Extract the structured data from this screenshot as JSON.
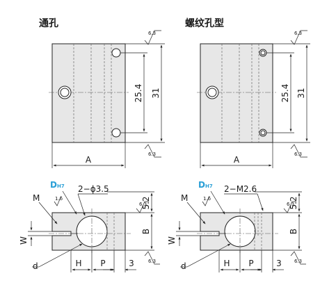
{
  "views": {
    "left": {
      "title": "通孔"
    },
    "right": {
      "title": "螺纹孔型"
    }
  },
  "dims": {
    "a": "A",
    "h254": "25.4",
    "h31": "31",
    "roughness": "6.3",
    "roughness_small": "1.6",
    "d_letter": "D",
    "d_tol": "H7",
    "hole_left": "2−ϕ3.5",
    "hole_right": "2−M2.6",
    "m": "M",
    "w": "W",
    "d_lower": "d",
    "h": "H",
    "p": "P",
    "three": "3",
    "b": "B",
    "five_two": "5.2"
  }
}
